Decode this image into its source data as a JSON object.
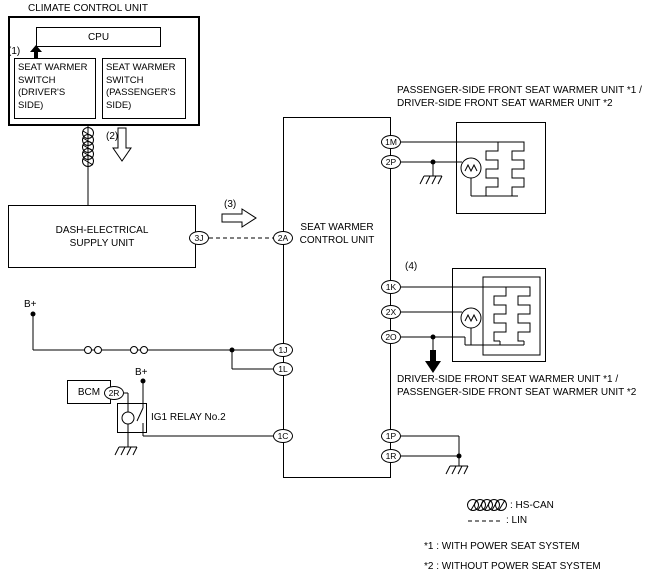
{
  "colors": {
    "line": "#000000",
    "background": "#ffffff"
  },
  "climate_unit": {
    "title": "CLIMATE CONTROL UNIT",
    "cpu_label": "CPU",
    "driver_switch": "SEAT WARMER\nSWITCH\n(DRIVER'S\nSIDE)",
    "passenger_switch": "SEAT WARMER\nSWITCH\n(PASSENGER'S\nSIDE)"
  },
  "callouts": {
    "n1": "(1)",
    "n2": "(2)",
    "n3": "(3)",
    "n4": "(4)"
  },
  "dash_unit": {
    "label": "DASH-ELECTRICAL\nSUPPLY UNIT",
    "pin": "3J"
  },
  "control_unit": {
    "label": "SEAT WARMER\nCONTROL UNIT",
    "pins": {
      "p2a": "2A",
      "p1m": "1M",
      "p2p": "2P",
      "p1k": "1K",
      "p2x": "2X",
      "p2o": "2O",
      "p1j": "1J",
      "p1l": "1L",
      "p1c": "1C",
      "p1p": "1P",
      "p1r": "1R"
    }
  },
  "warmer_units": {
    "top_label": "PASSENGER-SIDE FRONT SEAT WARMER UNIT *1 /\nDRIVER-SIDE FRONT SEAT WARMER UNIT *2",
    "bottom_label": "DRIVER-SIDE FRONT SEAT WARMER UNIT *1  /\nPASSENGER-SIDE FRONT SEAT WARMER UNIT *2"
  },
  "power": {
    "b_plus_1": "B+",
    "b_plus_2": "B+",
    "bcm_label": "BCM",
    "bcm_pin": "2R",
    "relay_label": "IG1 RELAY No.2"
  },
  "legend": {
    "hs_can": ": HS-CAN",
    "lin": ": LIN",
    "note1": "*1 :  WITH POWER SEAT SYSTEM",
    "note2": "*2 :  WITHOUT POWER SEAT SYSTEM"
  }
}
